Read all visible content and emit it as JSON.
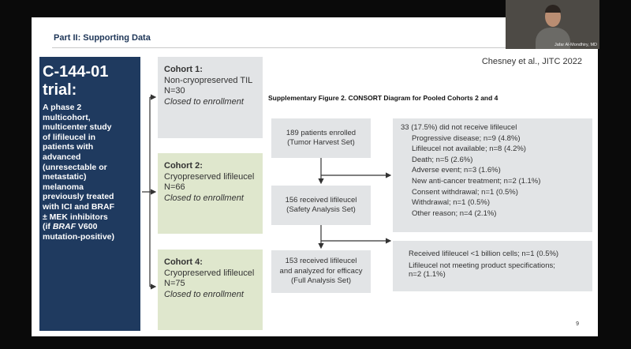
{
  "slide": {
    "section_title": "Part II: Supporting Data",
    "citation": "Chesney et al., JITC 2022",
    "page_number": "9"
  },
  "trial": {
    "title": "C-144-01 trial:",
    "description_lines": [
      "A phase 2",
      "multicohort,",
      "multicenter study",
      "of lifileucel in",
      "patients with",
      "advanced",
      "(unresectable or",
      "metastatic)",
      "melanoma",
      "previously treated",
      "with ICI and BRAF",
      "± MEK inhibitors"
    ],
    "braf_prefix": "(if ",
    "braf_word": "BRAF",
    "braf_suffix": " V600",
    "last_line": "mutation-positive)"
  },
  "cohorts": [
    {
      "heading": "Cohort 1:",
      "desc": "Non-cryopreserved TIL",
      "n": "N=30",
      "status": "Closed to enrollment"
    },
    {
      "heading": "Cohort 2:",
      "desc": "Cryopreserved lifileucel",
      "n": "N=66",
      "status": "Closed to enrollment"
    },
    {
      "heading": "Cohort 4:",
      "desc": "Cryopreserved lifileucel",
      "n": "N=75",
      "status": "Closed to enrollment"
    }
  ],
  "consort": {
    "caption": "Supplementary Figure 2. CONSORT Diagram for Pooled Cohorts 2 and 4",
    "enrolled": [
      "189 patients enrolled",
      "(Tumor Harvest Set)"
    ],
    "safety": [
      "156 received lifileucel",
      "(Safety Analysis Set)"
    ],
    "efficacy": [
      "153 received lifileucel",
      "and analyzed for efficacy",
      "(Full Analysis Set)"
    ],
    "excluded_title": "33 (17.5%) did not receive lifileucel",
    "excluded_reasons": [
      "Progressive disease; n=9 (4.8%)",
      "Lifileucel not available; n=8 (4.2%)",
      "Death; n=5 (2.6%)",
      "Adverse event; n=3 (1.6%)",
      "New anti-cancer treatment; n=2 (1.1%)",
      "Consent withdrawal; n=1 (0.5%)",
      "Withdrawal; n=1 (0.5%)",
      "Other reason; n=4 (2.1%)"
    ],
    "not_analyzed": [
      "Received lifileucel <1 billion cells; n=1 (0.5%)",
      "Lifileucel not meeting product specifications;",
      "n=2 (1.1%)"
    ]
  },
  "video": {
    "speaker_name": "Jafar Al-Mondhiry, MD"
  }
}
